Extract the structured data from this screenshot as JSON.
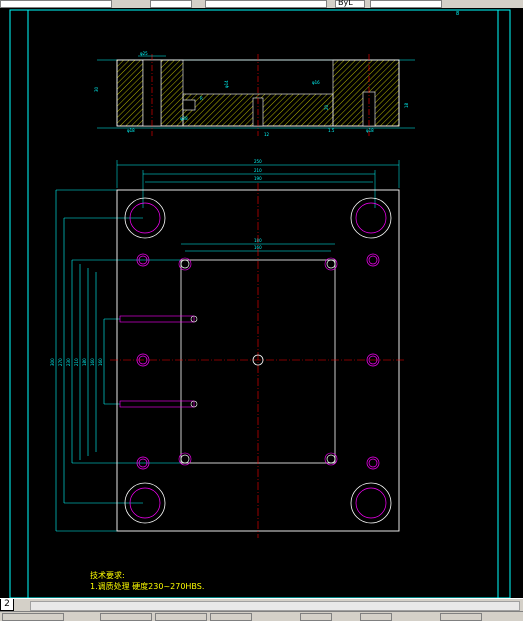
{
  "toolbar": {
    "field_right": "ByL"
  },
  "tabs": [
    {
      "label": "2"
    }
  ],
  "drawing": {
    "corner_mark": "8",
    "section_dims": {
      "d1": "φ25",
      "d2": "φ18",
      "d3": "φ28",
      "d4": "R",
      "d5": "φ14",
      "d6": "12",
      "d7": "φ16",
      "d8": "30",
      "d9": "φ18",
      "d10": "18",
      "d11": "20",
      "d12": "1.5"
    },
    "plan_dims": {
      "overall_width": "250",
      "hole_span": "210",
      "inner_span": "190",
      "cavity_width": "180",
      "cavity_inner": "160"
    },
    "left_dims": {
      "v1": "300",
      "v2": "270",
      "v3": "230",
      "v4": "210",
      "v5": "180",
      "v6": "160",
      "v7": "160"
    }
  },
  "notes": {
    "title": "技术要求:",
    "line1": "1.调质处理 硬度230~270HBS."
  },
  "colors": {
    "line_white": "#ffffff",
    "dim_cyan": "#00ffff",
    "center_red": "#ff0000",
    "hole_magenta": "#ff00ff",
    "hatch_yellow": "#ffff00",
    "text_yellow": "#ffff00",
    "frame_cyan": "#00ffff"
  }
}
